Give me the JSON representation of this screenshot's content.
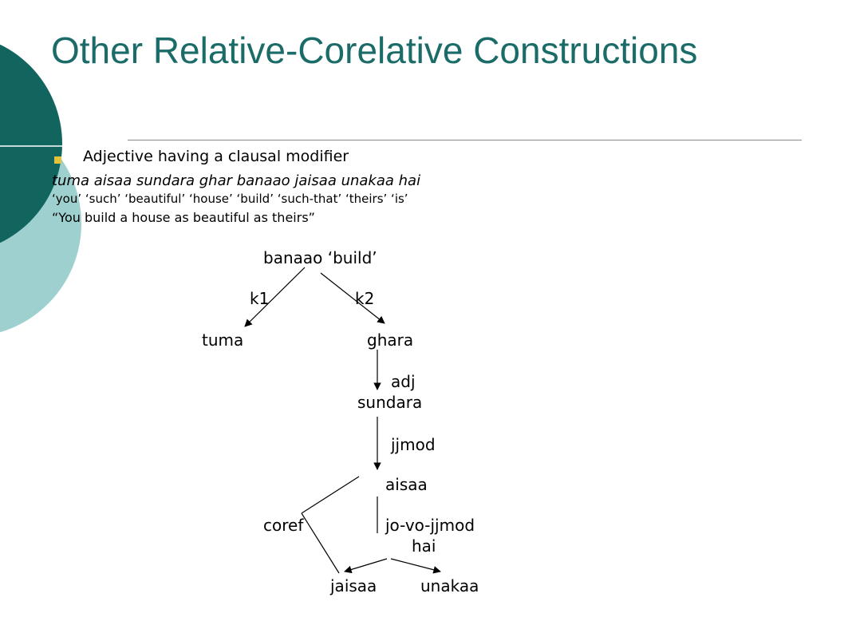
{
  "slide": {
    "title": "Other Relative-Corelative Constructions",
    "bullet": "Adjective having a clausal modifier",
    "example_sentence": "tuma aisaa sundara  ghar banaao jaisaa   unakaa hai",
    "gloss": "‘you’   ‘such’    ‘beautiful’ ‘house’ ‘build’     ‘such-that’ ‘theirs’    ‘is’",
    "translation": "“You build a house as beautiful as theirs”"
  },
  "tree": {
    "nodes": {
      "root": "banaao ‘build’",
      "tuma": "tuma",
      "ghara": "ghara",
      "sundara": "sundara",
      "aisaa": "aisaa",
      "hai": "hai",
      "jaisaa": "jaisaa",
      "unakaa": "unakaa"
    },
    "labels": {
      "k1": "k1",
      "k2": "k2",
      "adj": "adj",
      "jjmod": "jjmod",
      "coref": "coref",
      "jo_vo_jjmod": "jo-vo-jjmod"
    }
  },
  "colors": {
    "title": "#1b6b68",
    "circle_dark": "#12655f",
    "circle_light": "#9fd0d0",
    "bullet": "#e3c33a"
  }
}
